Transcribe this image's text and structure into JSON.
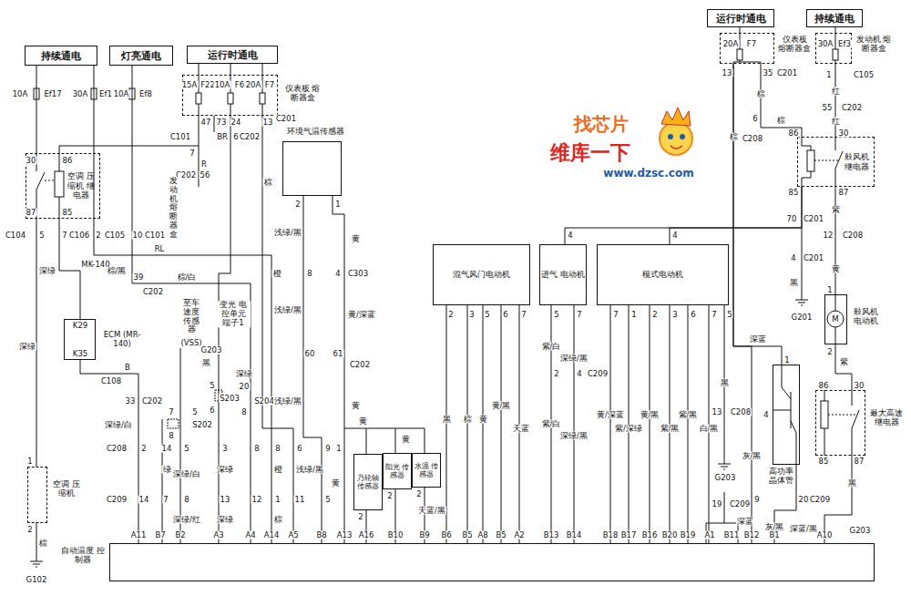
{
  "diagram": {
    "nodes": [
      {
        "text": [
          "持续通电"
        ]
      },
      {
        "text": [
          "灯亮通电"
        ]
      },
      {
        "text": [
          "运行时通电"
        ]
      },
      {
        "text": [
          "仪表板 熔断器盒"
        ]
      },
      {
        "text": [
          "空调 压缩机 继电器"
        ]
      },
      {
        "text": [
          "ECM (MR-140)"
        ]
      },
      {
        "text": [
          "空调 压缩机"
        ]
      },
      {
        "text": [
          "环境气温传感器"
        ]
      },
      {
        "text": [
          "乃轮轴 传感器"
        ]
      },
      {
        "text": [
          "阳光 传感器"
        ]
      },
      {
        "text": [
          "水温 传感器"
        ]
      },
      {
        "text": [
          "混气风门电动机"
        ]
      },
      {
        "text": [
          "进气 电动机"
        ]
      },
      {
        "text": [
          "模式电动机"
        ]
      },
      {
        "text": [
          "运行时通电"
        ]
      },
      {
        "text": [
          "持续通电"
        ]
      },
      {
        "text": [
          "仪表板 熔断器盒"
        ]
      },
      {
        "text": [
          "发动机 熔断器盒"
        ]
      },
      {
        "text": [
          "鼓风机 继电器"
        ]
      },
      {
        "text": [
          "鼓风机 电动机"
        ]
      },
      {
        "text": [
          "最大高速 继电器"
        ]
      },
      {
        "text": [
          "高功率 晶体管"
        ]
      },
      {
        "text": [
          "自动温度 控制器"
        ]
      }
    ],
    "edges": [
      {
        "from": 0,
        "to": 4,
        "arrow": "none"
      },
      {
        "from": 4,
        "to": 6,
        "arrow": "none"
      },
      {
        "from": 4,
        "to": 5,
        "arrow": "none"
      },
      {
        "from": 5,
        "to": 22,
        "arrow": "none"
      },
      {
        "from": 0,
        "to": 22,
        "arrow": "none"
      },
      {
        "from": 1,
        "to": 22,
        "arrow": "none"
      },
      {
        "from": 2,
        "to": 3,
        "arrow": "none"
      },
      {
        "from": 2,
        "to": 3,
        "arrow": "none"
      },
      {
        "from": 2,
        "to": 3,
        "arrow": "none"
      },
      {
        "from": 3,
        "to": 4,
        "arrow": "none"
      },
      {
        "from": 3,
        "to": 22,
        "arrow": "none"
      },
      {
        "from": 3,
        "to": 22,
        "arrow": "none"
      },
      {
        "from": 7,
        "to": 22,
        "arrow": "none"
      },
      {
        "from": 7,
        "to": 22,
        "arrow": "none"
      },
      {
        "from": 8,
        "to": 22,
        "arrow": "none"
      },
      {
        "from": 9,
        "to": 22,
        "arrow": "none"
      },
      {
        "from": 10,
        "to": 22,
        "arrow": "none"
      },
      {
        "from": 11,
        "to": 22,
        "arrow": "none"
      },
      {
        "from": 11,
        "to": 22,
        "arrow": "none"
      },
      {
        "from": 11,
        "to": 22,
        "arrow": "none"
      },
      {
        "from": 11,
        "to": 22,
        "arrow": "none"
      },
      {
        "from": 11,
        "to": 22,
        "arrow": "none"
      },
      {
        "from": 12,
        "to": 22,
        "arrow": "none"
      },
      {
        "from": 12,
        "to": 22,
        "arrow": "none"
      },
      {
        "from": 13,
        "to": 22,
        "arrow": "none"
      },
      {
        "from": 13,
        "to": 22,
        "arrow": "none"
      },
      {
        "from": 13,
        "to": 22,
        "arrow": "none"
      },
      {
        "from": 13,
        "to": 22,
        "arrow": "none"
      },
      {
        "from": 13,
        "to": 22,
        "arrow": "none"
      },
      {
        "from": 13,
        "to": 22,
        "arrow": "none"
      },
      {
        "from": 12,
        "to": 18,
        "arrow": "none"
      },
      {
        "from": 13,
        "to": 18,
        "arrow": "none"
      },
      {
        "from": 14,
        "to": 16,
        "arrow": "none"
      },
      {
        "from": 15,
        "to": 17,
        "arrow": "none"
      },
      {
        "from": 17,
        "to": 18,
        "arrow": "none"
      },
      {
        "from": 16,
        "to": 18,
        "arrow": "none"
      },
      {
        "from": 18,
        "to": 19,
        "arrow": "none"
      },
      {
        "from": 19,
        "to": 20,
        "arrow": "none"
      },
      {
        "from": 16,
        "to": 21,
        "arrow": "none"
      },
      {
        "from": 16,
        "to": 22,
        "arrow": "none"
      },
      {
        "from": 21,
        "to": 22,
        "arrow": "none"
      },
      {
        "from": 20,
        "to": 22,
        "arrow": "none"
      }
    ],
    "labels": [
      "10A",
      "Ef17",
      "30A",
      "Ef1",
      "10A",
      "Ef8",
      "15A",
      "F22",
      "10A",
      "F6",
      "20A",
      "F7",
      "47",
      "73",
      "24",
      "13",
      "C201",
      "BR",
      "6",
      "C202",
      "C101",
      "7",
      "R",
      "C202",
      "56",
      "发动机熔断器盒",
      "C104",
      "5",
      "7",
      "C106",
      "2",
      "C105",
      "10",
      "C101",
      "RL",
      "深绿",
      "MK-140",
      "棕/黑",
      "39",
      "C202",
      "棕/白",
      "橙",
      "棕",
      "深绿",
      "K29",
      "K35",
      "B",
      "C108",
      "33",
      "C202",
      "深绿/白",
      "至车 速度 传感器",
      "(VSS)",
      "变光 电控单元 端子1",
      "G203",
      "黑",
      "深绿",
      "7",
      "8",
      "5",
      "S202",
      "5",
      "6",
      "S203",
      "20",
      "8",
      "S204",
      "C208",
      "2",
      "14",
      "5",
      "3",
      "8",
      "8",
      "6",
      "9",
      "1",
      "绿",
      "深绿/白",
      "深绿",
      "橙",
      "浅绿/黑",
      "黄",
      "C209",
      "14",
      "7",
      "8",
      "13",
      "12",
      "1",
      "11",
      "5",
      "深绿/红",
      "深绿",
      "棕",
      "A11",
      "B7",
      "B2",
      "A3",
      "A4",
      "A14",
      "A5",
      "B8",
      "A13",
      "A16",
      "B10",
      "B9",
      "2",
      "1",
      "浅绿/黑",
      "黄",
      "8",
      "4",
      "C303",
      "浅绿/黑",
      "黄/深蓝",
      "60",
      "61",
      "C202",
      "浅绿/黑",
      "黄",
      "黄",
      "黄",
      "2",
      "2",
      "2",
      "天蓝/黑",
      "2",
      "3",
      "5",
      "6",
      "7",
      "黑",
      "棕",
      "黄",
      "黄/黑",
      "天蓝",
      "4",
      "5",
      "7",
      "紫/白",
      "深绿/黑",
      "2",
      "4",
      "C209",
      "紫/白",
      "深绿/黑",
      "4",
      "7",
      "1",
      "2",
      "3",
      "6",
      "7",
      "5",
      "黄/深蓝",
      "紫/深绿",
      "黄/黑",
      "紫/黑",
      "紫/黑",
      "白/黑",
      "黑",
      "13",
      "C208",
      "G203",
      "19",
      "C209",
      "B6",
      "B5",
      "A8",
      "B5",
      "A2",
      "B13",
      "B14",
      "B18",
      "B17",
      "B16",
      "B20",
      "B19",
      "A1",
      "B11",
      "B12",
      "B1",
      "A10",
      "20A",
      "F7",
      "30A",
      "Ef3",
      "13",
      "35",
      "C201",
      "1",
      "C105",
      "红",
      "55",
      "C202",
      "红",
      "棕",
      "棕",
      "6",
      "C208",
      "棕",
      "86",
      "30",
      "85",
      "87",
      "紫",
      "70",
      "C201",
      "12",
      "C208",
      "4",
      "C201",
      "黄",
      "黑",
      "G201",
      "M",
      "1",
      "2",
      "紫",
      "86",
      "30",
      "85",
      "87",
      "1",
      "4",
      "深蓝",
      "灰/黑",
      "9",
      "20",
      "C209",
      "深蓝",
      "灰/黑",
      "深蓝/黑",
      "黑",
      "G203",
      "找芯片",
      "维库一下",
      "www.dzsc.com",
      "1",
      "2",
      "棕",
      "G102",
      "30",
      "86",
      "87",
      "85"
    ]
  }
}
